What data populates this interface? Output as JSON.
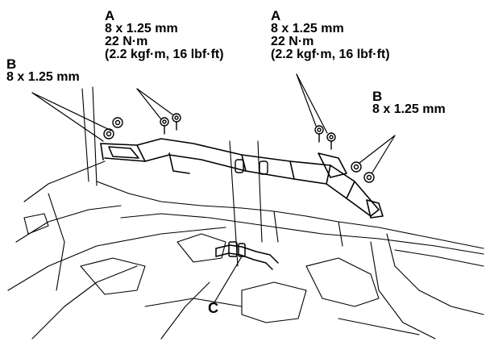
{
  "callouts": {
    "a_left": {
      "letter": "A",
      "size": "8 x 1.25 mm",
      "torque": "22 N·m",
      "torque_alt": "(2.2 kgf·m, 16 lbf·ft)"
    },
    "a_right": {
      "letter": "A",
      "size": "8 x 1.25 mm",
      "torque": "22 N·m",
      "torque_alt": "(2.2 kgf·m, 16 lbf·ft)"
    },
    "b_left": {
      "letter": "B",
      "size": "8 x 1.25 mm"
    },
    "b_right": {
      "letter": "B",
      "size": "8 x 1.25 mm"
    },
    "c": {
      "letter": "C"
    }
  }
}
